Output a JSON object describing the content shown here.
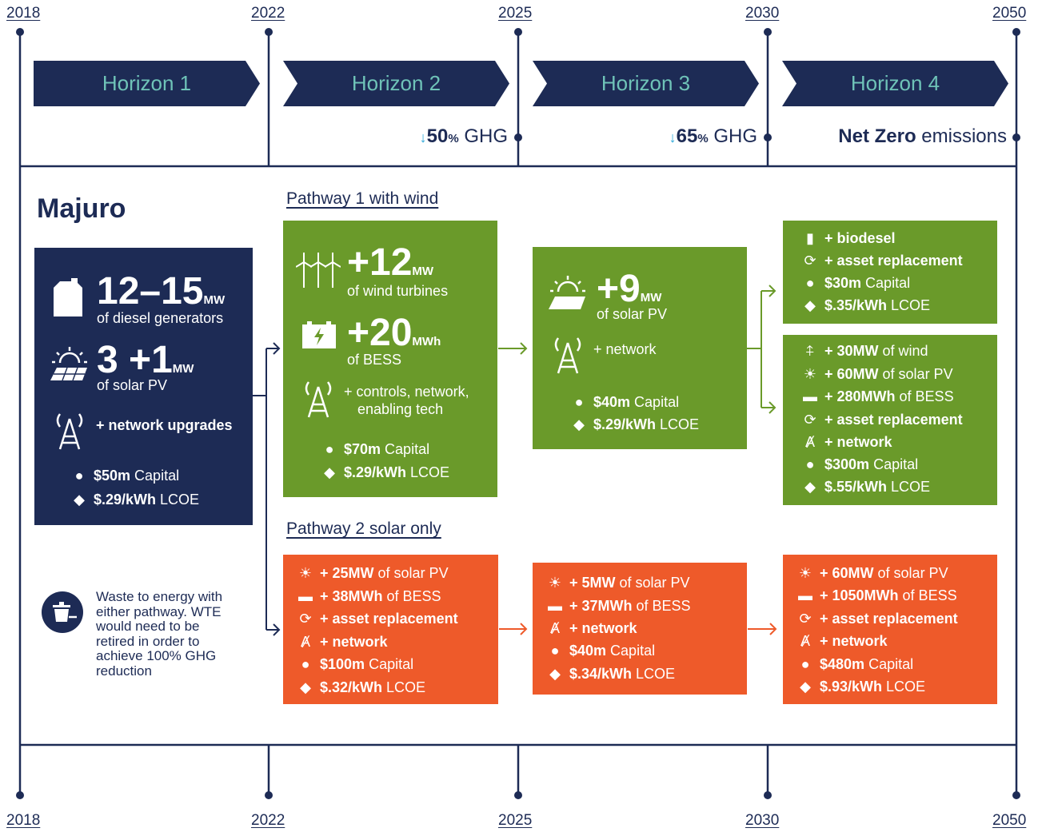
{
  "years_top": [
    "2018",
    "2022",
    "2025",
    "2030",
    "2050"
  ],
  "years_bottom": [
    "2018",
    "2022",
    "2025",
    "2030",
    "2050"
  ],
  "horizons": [
    "Horizon 1",
    "Horizon 2",
    "Horizon 3",
    "Horizon 4"
  ],
  "ghg": {
    "h2": {
      "arrow": "↓",
      "value": "50",
      "pct": "%",
      "suffix": " GHG"
    },
    "h3": {
      "arrow": "↓",
      "value": "65",
      "pct": "%",
      "suffix": " GHG"
    },
    "h4": {
      "bold": "Net Zero",
      "suffix": " emissions"
    }
  },
  "title": "Majuro",
  "current": {
    "diesel_value": "12–15",
    "diesel_unit": "MW",
    "diesel_label": "of diesel generators",
    "solar_value": "3 +1",
    "solar_unit": "MW",
    "solar_label": "of solar PV",
    "network": "+ network upgrades",
    "capital_bold": "$50m",
    "capital_text": " Capital",
    "lcoe_bold": "$.29/kWh",
    "lcoe_text": " LCOE"
  },
  "pathway1": {
    "label": "Pathway 1 with wind",
    "step1": {
      "wind_value": "+12",
      "wind_unit": "MW",
      "wind_label": "of wind turbines",
      "bess_value": "+20",
      "bess_unit": "MWh",
      "bess_label": "of BESS",
      "controls": "+ controls, network,",
      "controls2": "enabling tech",
      "capital_bold": "$70m",
      "capital_text": " Capital",
      "lcoe_bold": "$.29/kWh",
      "lcoe_text": " LCOE"
    },
    "step2": {
      "solar_value": "+9",
      "solar_unit": "MW",
      "solar_label": "of solar PV",
      "network": "+ network",
      "capital_bold": "$40m",
      "capital_text": " Capital",
      "lcoe_bold": "$.29/kWh",
      "lcoe_text": " LCOE"
    },
    "step3a": {
      "biodesel": "+ biodesel",
      "asset": "+ asset replacement",
      "capital_bold": "$30m",
      "capital_text": " Capital",
      "lcoe_bold": "$.35/kWh",
      "lcoe_text": " LCOE"
    },
    "step3b": {
      "wind_bold": "+ 30MW",
      "wind_text": " of wind",
      "solar_bold": "+ 60MW",
      "solar_text": " of solar PV",
      "bess_bold": "+ 280MWh",
      "bess_text": " of BESS",
      "asset": "+ asset replacement",
      "network": "+ network",
      "capital_bold": "$300m",
      "capital_text": " Capital",
      "lcoe_bold": "$.55/kWh",
      "lcoe_text": " LCOE"
    }
  },
  "pathway2": {
    "label": "Pathway 2 solar only",
    "step1": {
      "solar_bold": "+ 25MW",
      "solar_text": " of solar PV",
      "bess_bold": "+ 38MWh",
      "bess_text": " of BESS",
      "asset": "+ asset replacement",
      "network": "+ network",
      "capital_bold": "$100m",
      "capital_text": " Capital",
      "lcoe_bold": "$.32/kWh",
      "lcoe_text": " LCOE"
    },
    "step2": {
      "solar_bold": "+ 5MW",
      "solar_text": " of solar PV",
      "bess_bold": "+ 37MWh",
      "bess_text": " of BESS",
      "network": "+ network",
      "capital_bold": "$40m",
      "capital_text": " Capital",
      "lcoe_bold": "$.34/kWh",
      "lcoe_text": " LCOE"
    },
    "step3": {
      "solar_bold": "+ 60MW",
      "solar_text": " of solar PV",
      "bess_bold": "+ 1050MWh",
      "bess_text": " of BESS",
      "asset": "+ asset replacement",
      "network": "+ network",
      "capital_bold": "$480m",
      "capital_text": " Capital",
      "lcoe_bold": "$.93/kWh",
      "lcoe_text": " LCOE"
    }
  },
  "wte": "Waste to energy with either pathway. WTE would need to be retired in order to achieve 100% GHG reduction",
  "colors": {
    "navy": "#1d2b55",
    "green": "#6a9a2a",
    "orange": "#ee5a2a",
    "teal": "#6fc3b8",
    "arrow": "#2aa7d8"
  }
}
